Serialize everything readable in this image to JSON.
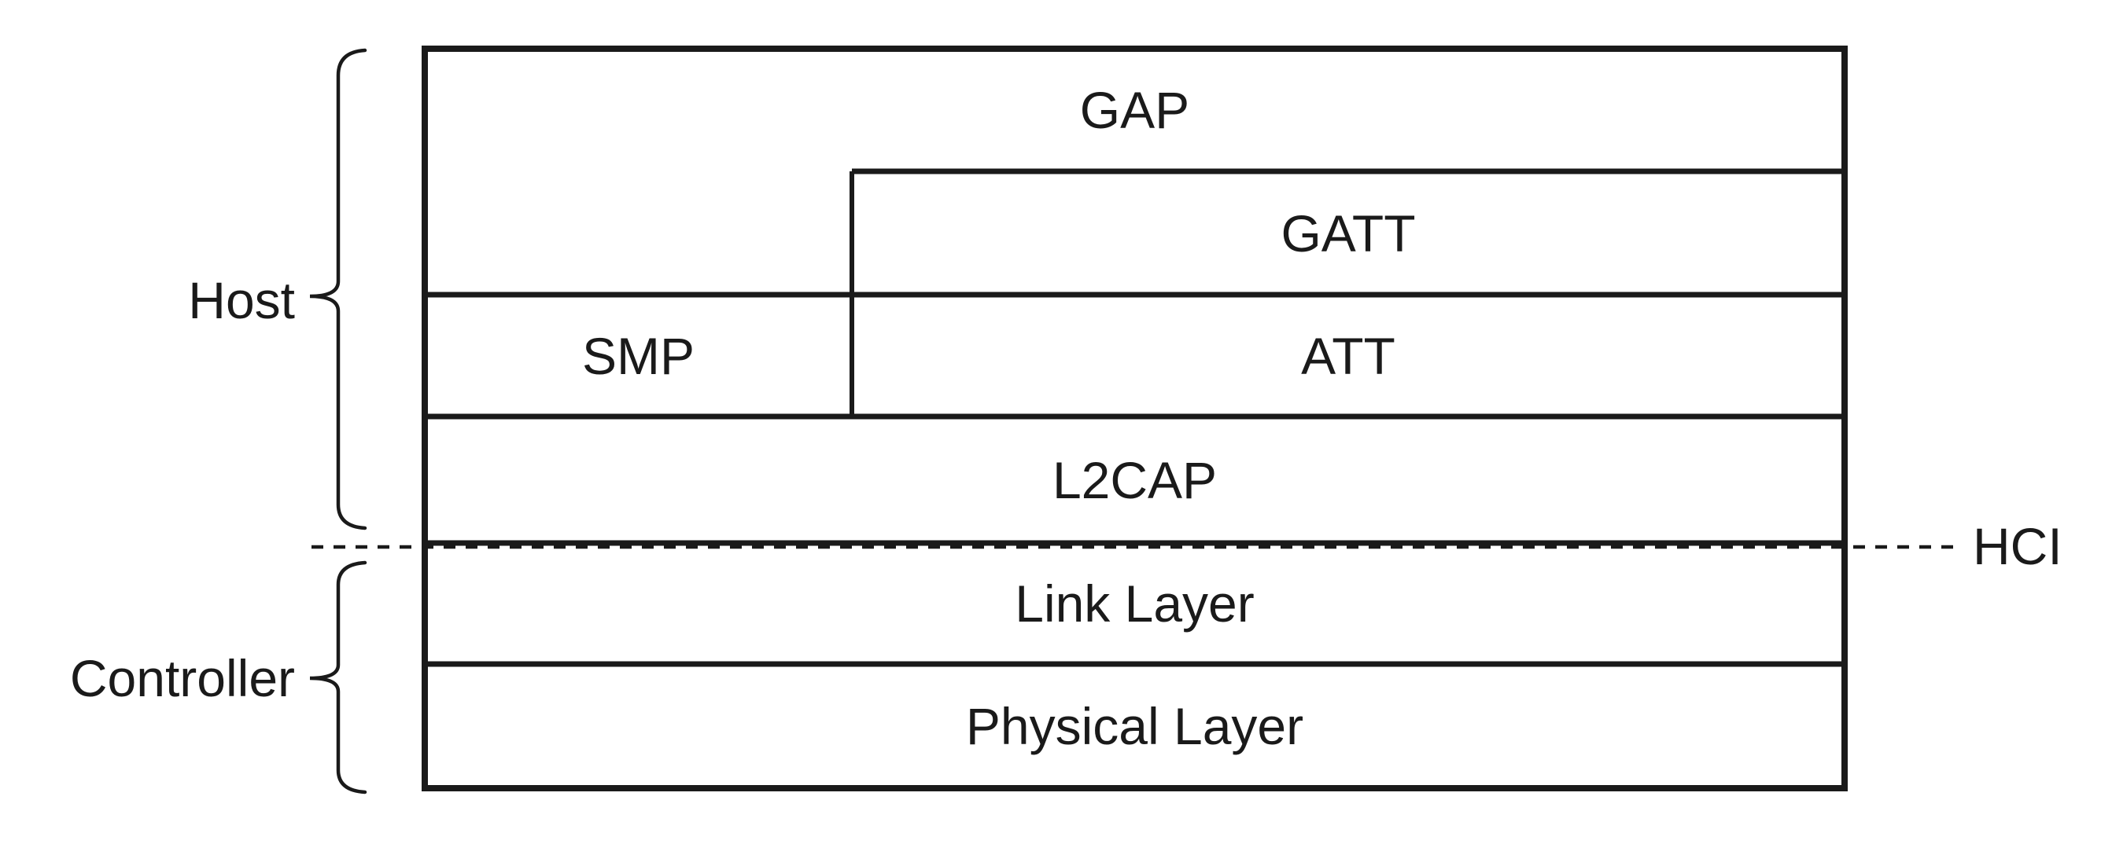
{
  "colors": {
    "background": "#ffffff",
    "line": "#1a1a1a",
    "text": "#1a1a1a"
  },
  "stack": {
    "layers": [
      {
        "id": "gap",
        "label": "GAP"
      },
      {
        "id": "gatt",
        "label": "GATT"
      },
      {
        "id": "smp",
        "label": "SMP"
      },
      {
        "id": "att",
        "label": "ATT"
      },
      {
        "id": "l2cap",
        "label": "L2CAP"
      },
      {
        "id": "link-layer",
        "label": "Link Layer"
      },
      {
        "id": "physical-layer",
        "label": "Physical Layer"
      }
    ],
    "groups": [
      {
        "id": "host",
        "label": "Host"
      },
      {
        "id": "controller",
        "label": "Controller"
      }
    ],
    "interface": {
      "id": "hci",
      "label": "HCI"
    }
  }
}
